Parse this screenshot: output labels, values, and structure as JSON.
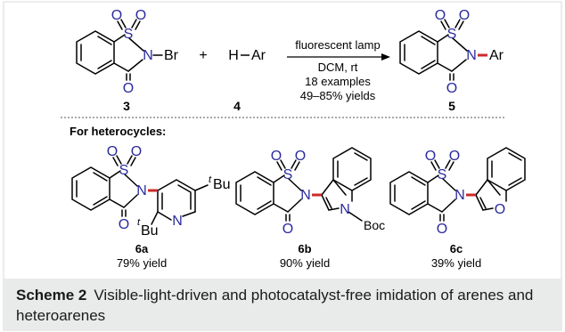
{
  "reaction": {
    "reactant1": {
      "id": "3",
      "atoms": {
        "s": "S",
        "n": "N",
        "br": "Br",
        "o1": "O",
        "o2": "O",
        "o3": "O"
      }
    },
    "plus": "+",
    "reactant2": {
      "id": "4",
      "h": "H",
      "ar": "Ar"
    },
    "conditions": [
      "fluorescent lamp",
      "DCM, rt",
      "18 examples",
      "49–85% yields"
    ],
    "product": {
      "id": "5",
      "atoms": {
        "s": "S",
        "n": "N",
        "ar": "Ar",
        "o1": "O",
        "o2": "O",
        "o3": "O"
      }
    }
  },
  "section_heading": "For heterocycles:",
  "heterocycles": [
    {
      "id": "6a",
      "yield": "79% yield",
      "labels": {
        "s": "S",
        "n": "N",
        "n_ring": "N",
        "o1": "O",
        "o2": "O",
        "o3": "O",
        "tbu_sup": "t",
        "tbu": "Bu",
        "tbu2_sup": "t",
        "tbu2": "Bu"
      }
    },
    {
      "id": "6b",
      "yield": "90% yield",
      "labels": {
        "s": "S",
        "n": "N",
        "n_ring": "N",
        "boc": "Boc",
        "o1": "O",
        "o2": "O",
        "o3": "O"
      }
    },
    {
      "id": "6c",
      "yield": "39% yield",
      "labels": {
        "s": "S",
        "n": "N",
        "o_ring": "O",
        "o1": "O",
        "o2": "O",
        "o3": "O"
      }
    }
  ],
  "caption": {
    "label": "Scheme 2",
    "text": "Visible-light-driven and photocatalyst-free imidation of arenes and heteroarenes"
  },
  "colors": {
    "atom": "#2b2b9e",
    "bond": "#000000",
    "new_bond": "#cc2a2a",
    "caption_bg": "#e9eaea",
    "border": "#d8d8d8"
  }
}
